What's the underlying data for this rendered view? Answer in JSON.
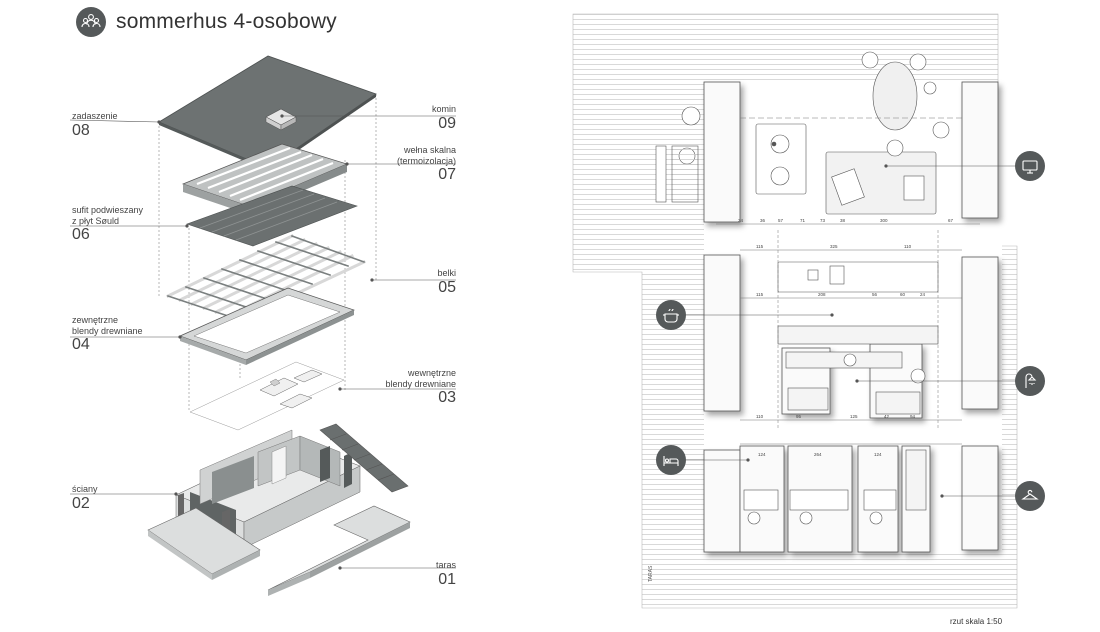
{
  "header": {
    "title": "sommerhus 4-osobowy",
    "icon": "people-group-icon"
  },
  "layers": [
    {
      "id": "08",
      "label": "zadaszenie"
    },
    {
      "id": "09",
      "label": "komin"
    },
    {
      "id": "07",
      "label": "wełna skalna (termoizolacja)",
      "lines": [
        "wełna skalna",
        "(termoizolacja)"
      ]
    },
    {
      "id": "06",
      "label": "sufit podwieszany z płyt Søuld",
      "lines": [
        "sufit podwieszany",
        "z płyt Søuld"
      ]
    },
    {
      "id": "05",
      "label": "belki"
    },
    {
      "id": "04",
      "label": "zewnętrzne blendy drewniane",
      "lines": [
        "zewnętrzne",
        "blendy drewniane"
      ]
    },
    {
      "id": "03",
      "label": "wewnętrzne blendy drewniane",
      "lines": [
        "wewnętrzne",
        "blendy drewniane"
      ]
    },
    {
      "id": "02",
      "label": "ściany"
    },
    {
      "id": "01",
      "label": "taras"
    }
  ],
  "plan": {
    "scale_label": "rzut skala 1:50",
    "side_label": "TARAS",
    "callouts": [
      {
        "icon": "tv-icon"
      },
      {
        "icon": "cooking-pot-icon"
      },
      {
        "icon": "shower-icon"
      },
      {
        "icon": "bed-icon"
      },
      {
        "icon": "hanger-icon"
      }
    ],
    "dimensions": [
      "24",
      "36",
      "57",
      "71",
      "73",
      "38",
      "300",
      "67",
      "115",
      "325",
      "110",
      "115",
      "208",
      "56",
      "60",
      "24",
      "110",
      "95",
      "125",
      "42",
      "94",
      "124",
      "264",
      "124"
    ]
  }
}
